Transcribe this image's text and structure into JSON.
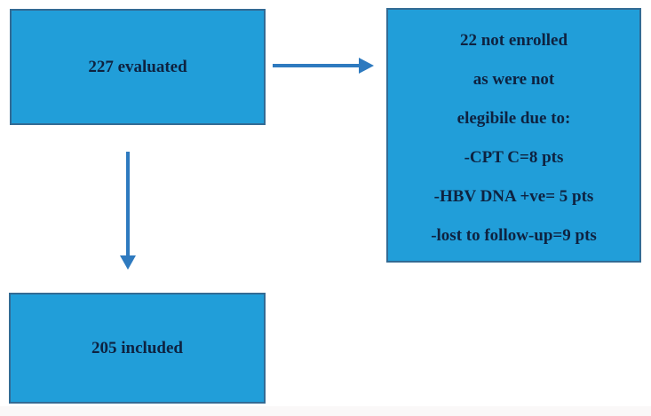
{
  "colors": {
    "box_fill": "#219ed9",
    "box_border": "#336b94",
    "arrow": "#2e7abf",
    "text_dark": "#0e2240",
    "background": "#ffffff"
  },
  "flowchart": {
    "evaluated_box": {
      "label": "227 evaluated"
    },
    "not_enrolled_box": {
      "lines": [
        "22 not enrolled",
        "as were not",
        "elegibile due to:",
        "-CPT C=8 pts",
        "-HBV DNA +ve= 5 pts",
        "-lost to follow-up=9 pts"
      ]
    },
    "included_box": {
      "label": "205 included"
    }
  }
}
